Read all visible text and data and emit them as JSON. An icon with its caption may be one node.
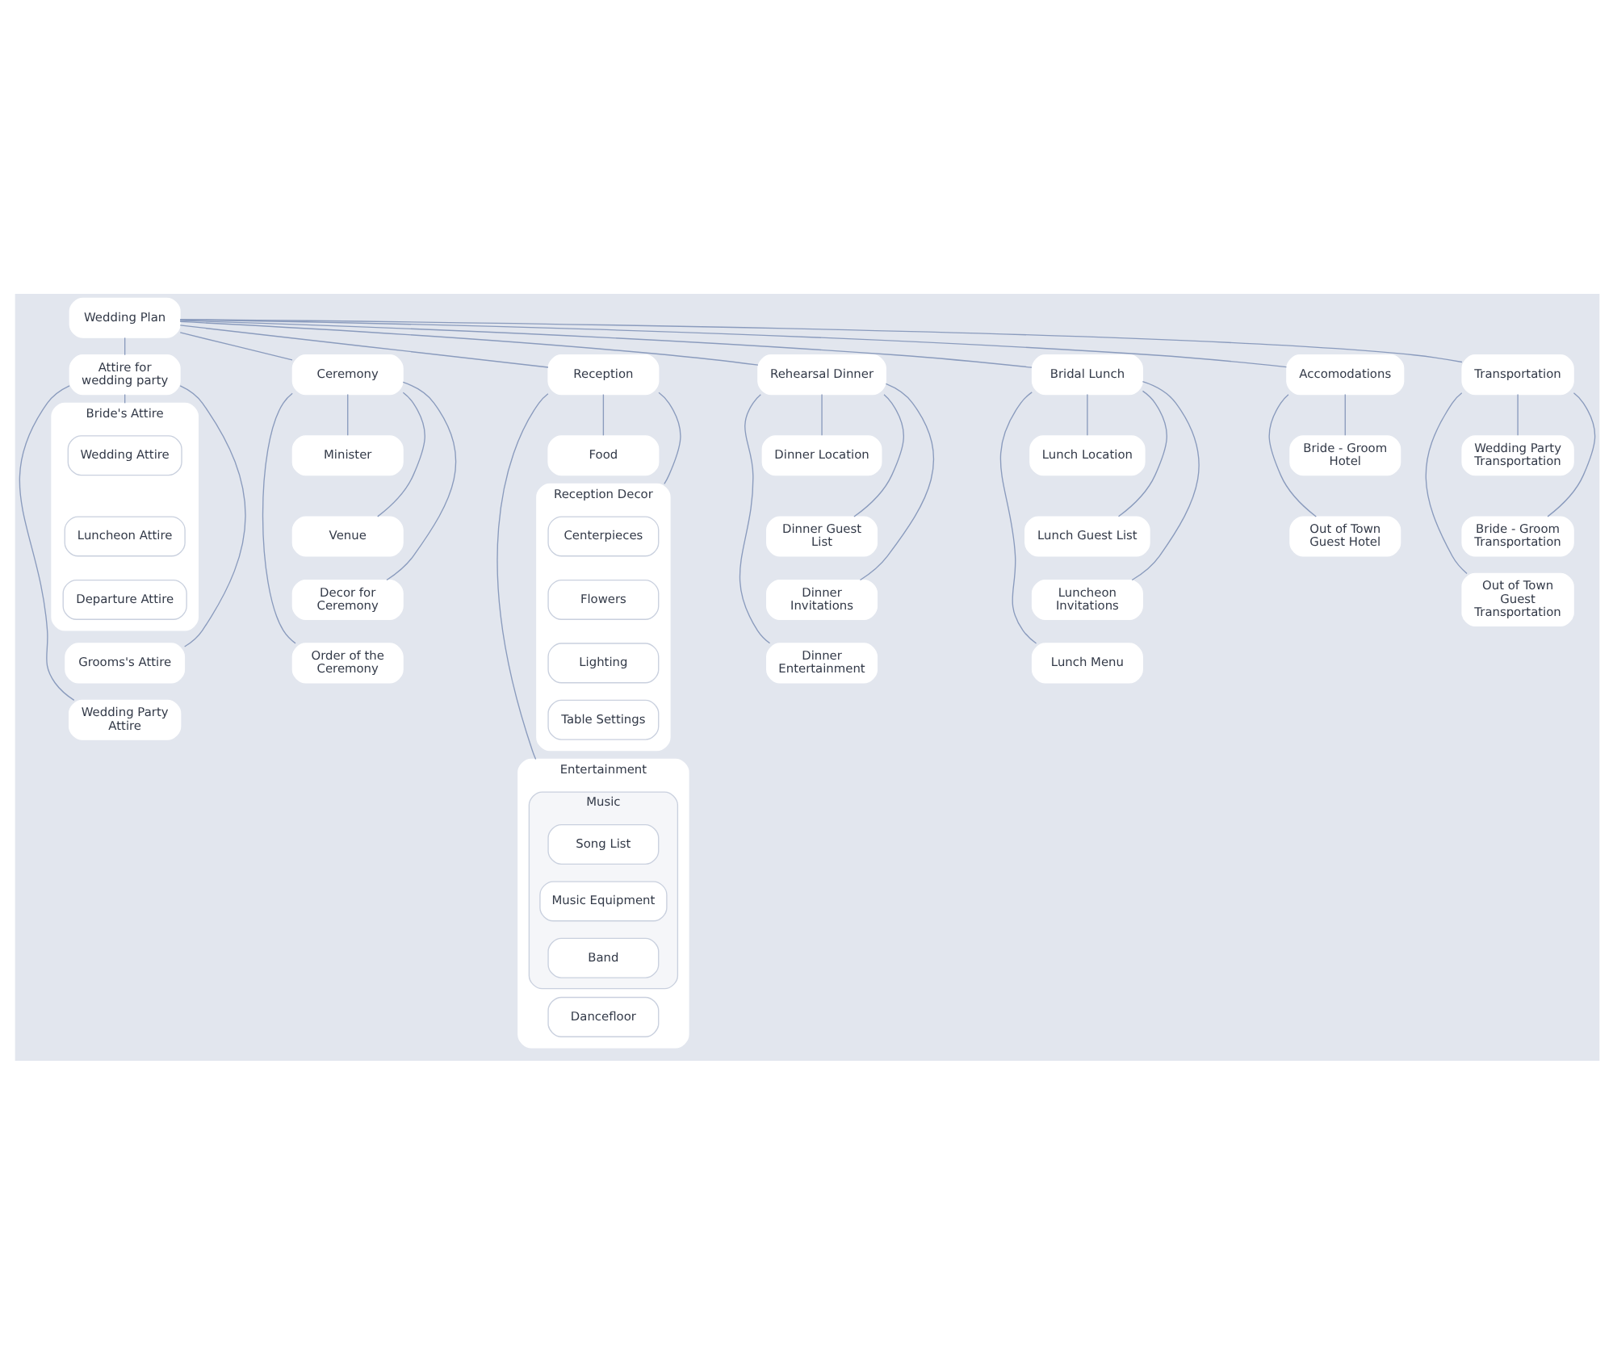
{
  "diagram": {
    "nodes": [
      {
        "text": [
          "Wedding Plan"
        ]
      },
      {
        "text": [
          "Attire for wedding party"
        ]
      },
      {
        "text": [
          "Bride's Attire"
        ]
      },
      {
        "text": [
          "Wedding Attire"
        ],
        "in": 2
      },
      {
        "text": [
          "Luncheon Attire"
        ],
        "in": 2
      },
      {
        "text": [
          "Departure Attire"
        ],
        "in": 2
      },
      {
        "text": [
          "Grooms's Attire"
        ]
      },
      {
        "text": [
          "Wedding Party Attire"
        ]
      },
      {
        "text": [
          "Ceremony"
        ]
      },
      {
        "text": [
          "Minister"
        ]
      },
      {
        "text": [
          "Venue"
        ]
      },
      {
        "text": [
          "Decor for Ceremony"
        ]
      },
      {
        "text": [
          "Order of the Ceremony"
        ]
      },
      {
        "text": [
          "Reception"
        ]
      },
      {
        "text": [
          "Food"
        ]
      },
      {
        "text": [
          "Reception Decor"
        ]
      },
      {
        "text": [
          "Centerpieces"
        ],
        "in": 15
      },
      {
        "text": [
          "Flowers"
        ],
        "in": 15
      },
      {
        "text": [
          "Lighting"
        ],
        "in": 15
      },
      {
        "text": [
          "Table Settings"
        ],
        "in": 15
      },
      {
        "text": [
          "Entertainment"
        ]
      },
      {
        "text": [
          "Music"
        ],
        "in": 20
      },
      {
        "text": [
          "Song List"
        ],
        "in": 21
      },
      {
        "text": [
          "Music Equipment"
        ],
        "in": 21
      },
      {
        "text": [
          "Band"
        ],
        "in": 21
      },
      {
        "text": [
          "Dancefloor"
        ],
        "in": 20
      },
      {
        "text": [
          "Rehearsal Dinner"
        ]
      },
      {
        "text": [
          "Dinner Location"
        ]
      },
      {
        "text": [
          "Dinner Guest List"
        ]
      },
      {
        "text": [
          "Dinner Invitations"
        ]
      },
      {
        "text": [
          "Dinner Entertainment"
        ]
      },
      {
        "text": [
          "Bridal Lunch"
        ]
      },
      {
        "text": [
          "Lunch Location"
        ]
      },
      {
        "text": [
          "Lunch Guest List"
        ]
      },
      {
        "text": [
          "Luncheon Invitations"
        ]
      },
      {
        "text": [
          "Lunch Menu"
        ]
      },
      {
        "text": [
          "Accomodations"
        ]
      },
      {
        "text": [
          "Bride - Groom Hotel"
        ]
      },
      {
        "text": [
          "Out of Town Guest Hotel"
        ]
      },
      {
        "text": [
          "Transportation"
        ]
      },
      {
        "text": [
          "Wedding Party Transportation"
        ]
      },
      {
        "text": [
          "Bride - Groom Transportation"
        ]
      },
      {
        "text": [
          "Out of Town Guest Transportation"
        ]
      }
    ],
    "edges": [
      {
        "from": 0,
        "to": 1,
        "arrow": "none"
      },
      {
        "from": 0,
        "to": 8,
        "arrow": "none"
      },
      {
        "from": 0,
        "to": 13,
        "arrow": "none"
      },
      {
        "from": 0,
        "to": 26,
        "arrow": "none"
      },
      {
        "from": 0,
        "to": 31,
        "arrow": "none"
      },
      {
        "from": 0,
        "to": 36,
        "arrow": "none"
      },
      {
        "from": 0,
        "to": 39,
        "arrow": "none"
      },
      {
        "from": 1,
        "to": 2,
        "arrow": "none"
      },
      {
        "from": 1,
        "to": 6,
        "arrow": "none"
      },
      {
        "from": 1,
        "to": 7,
        "arrow": "none"
      },
      {
        "from": 8,
        "to": 9,
        "arrow": "none"
      },
      {
        "from": 8,
        "to": 10,
        "arrow": "none"
      },
      {
        "from": 8,
        "to": 11,
        "arrow": "none"
      },
      {
        "from": 8,
        "to": 12,
        "arrow": "none"
      },
      {
        "from": 13,
        "to": 14,
        "arrow": "none"
      },
      {
        "from": 13,
        "to": 15,
        "arrow": "none"
      },
      {
        "from": 13,
        "to": 20,
        "arrow": "none"
      },
      {
        "from": 26,
        "to": 27,
        "arrow": "none"
      },
      {
        "from": 26,
        "to": 28,
        "arrow": "none"
      },
      {
        "from": 26,
        "to": 29,
        "arrow": "none"
      },
      {
        "from": 26,
        "to": 30,
        "arrow": "none"
      },
      {
        "from": 31,
        "to": 32,
        "arrow": "none"
      },
      {
        "from": 31,
        "to": 33,
        "arrow": "none"
      },
      {
        "from": 31,
        "to": 34,
        "arrow": "none"
      },
      {
        "from": 31,
        "to": 35,
        "arrow": "none"
      },
      {
        "from": 36,
        "to": 37,
        "arrow": "none"
      },
      {
        "from": 36,
        "to": 38,
        "arrow": "none"
      },
      {
        "from": 39,
        "to": 40,
        "arrow": "none"
      },
      {
        "from": 39,
        "to": 41,
        "arrow": "none"
      },
      {
        "from": 39,
        "to": 42,
        "arrow": "none"
      }
    ]
  }
}
